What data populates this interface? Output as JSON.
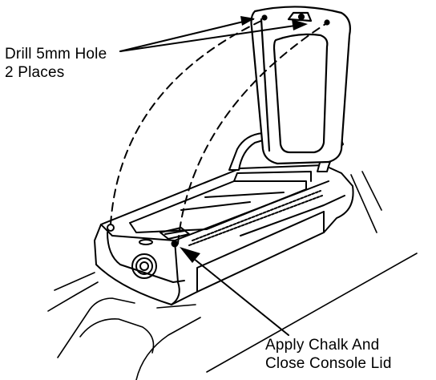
{
  "callouts": {
    "drill": {
      "line1": "Drill 5mm Hole",
      "line2": "2 Places"
    },
    "chalk": {
      "line1": "Apply Chalk And",
      "line2": "Close Console Lid"
    }
  },
  "colors": {
    "ink": "#000000",
    "paper": "#ffffff"
  }
}
